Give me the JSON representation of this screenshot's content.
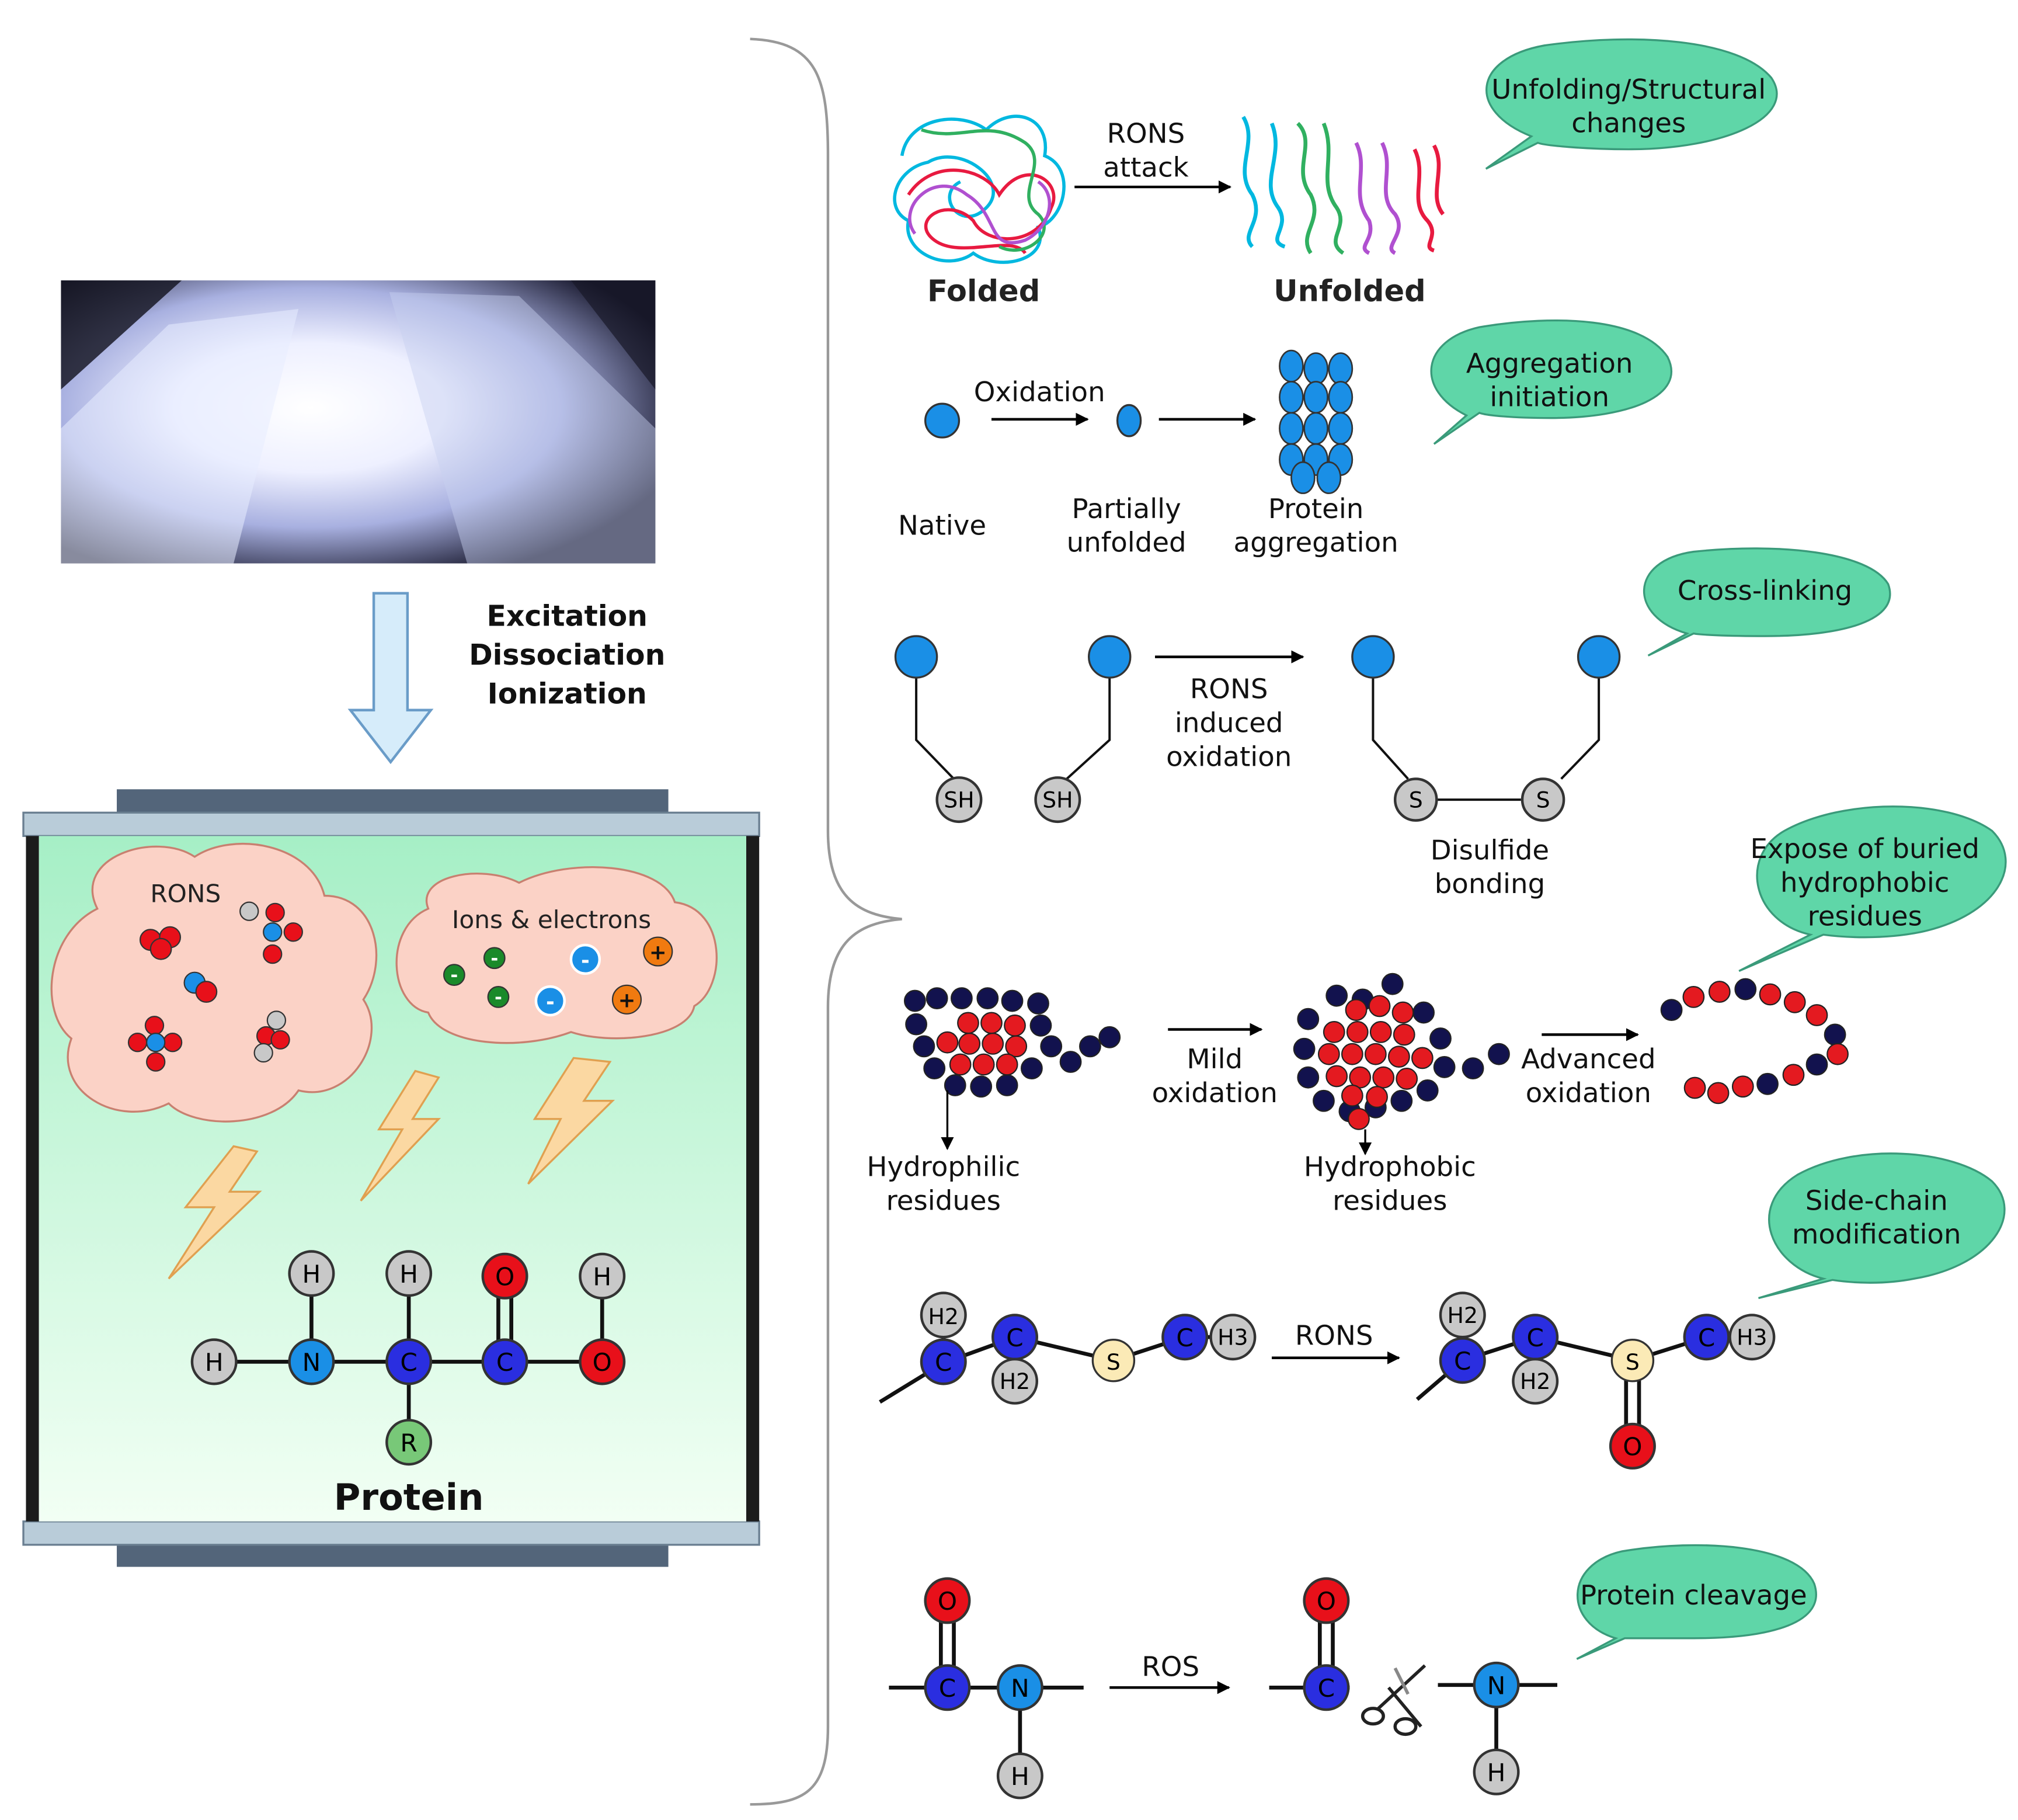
{
  "process_labels": [
    "Excitation",
    "Dissociation",
    "Ionization"
  ],
  "chamber": {
    "rons_label": "RONS",
    "ions_label": "Ions & electrons",
    "protein_label": "Protein"
  },
  "atoms": {
    "hydrogen": "H",
    "nitrogen": "N",
    "carbon": "C",
    "oxygen": "O",
    "r_group": "R",
    "sulfur": "S",
    "thiol": "SH",
    "h2": "H2",
    "h3": "H3",
    "plus": "+",
    "minus": "-"
  },
  "unfolding": {
    "bubble": [
      "Unfolding/Structural",
      "changes"
    ],
    "arrow_label": [
      "RONS",
      "attack"
    ],
    "folded": "Folded",
    "unfolded": "Unfolded"
  },
  "aggregation": {
    "bubble": [
      "Aggregation",
      "initiation"
    ],
    "oxidation": "Oxidation",
    "native": "Native",
    "partially_unfolded": [
      "Partially",
      "unfolded"
    ],
    "protein_aggregation": [
      "Protein",
      "aggregation"
    ]
  },
  "crosslinking": {
    "bubble": "Cross-linking",
    "arrow_label": [
      "RONS",
      "induced",
      "oxidation"
    ],
    "disulfide": [
      "Disulfide",
      "bonding"
    ]
  },
  "hydrophobic": {
    "bubble": [
      "Expose of buried",
      "hydrophobic",
      "residues"
    ],
    "mild": [
      "Mild",
      "oxidation"
    ],
    "advanced": [
      "Advanced",
      "oxidation"
    ],
    "hydrophilic": [
      "Hydrophilic",
      "residues"
    ],
    "hydrophobic_res": [
      "Hydrophobic",
      "residues"
    ]
  },
  "sidechain": {
    "bubble": [
      "Side-chain",
      "modification"
    ],
    "arrow_label": "RONS"
  },
  "cleavage": {
    "bubble": "Protein cleavage",
    "arrow_label": "ROS"
  },
  "colors": {
    "hydrogen": "#c8c8c8",
    "nitrogen": "#1a8fe6",
    "carbon": "#2a2ee0",
    "oxygen": "#e8101a",
    "r_group": "#78c878",
    "sulfur": "#fbeab6",
    "protein_blue": "#1a8fe6",
    "hydrophilic": "#12124e",
    "hydrophobic": "#e41a20",
    "bubble": "#5fd6a8",
    "cloud": "#fbd2c6",
    "lightning": "#fbd8a2",
    "arrow_fill": "#d6ecfa",
    "chamber_bg_top": "#a6efc6",
    "chamber_bg_bottom": "#f2fff4"
  },
  "icons": [
    "plasma-photo",
    "down-arrow-icon",
    "lightning-icon",
    "scissors-icon",
    "speech-bubble-icon",
    "brace-icon"
  ]
}
